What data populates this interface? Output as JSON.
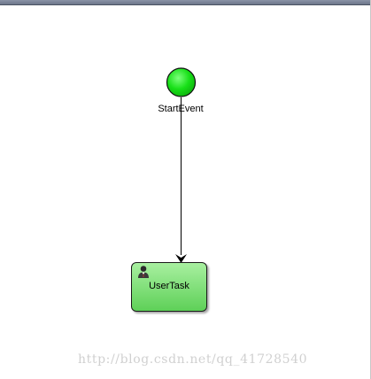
{
  "diagram": {
    "start_event": {
      "label": "StartEvent",
      "fill": "#18e018"
    },
    "user_task": {
      "label": "UserTask",
      "icon": "user-icon"
    },
    "flow": {
      "from": "StartEvent",
      "to": "UserTask"
    }
  },
  "watermark": {
    "text": "http://blog.csdn.net/qq_41728540"
  }
}
